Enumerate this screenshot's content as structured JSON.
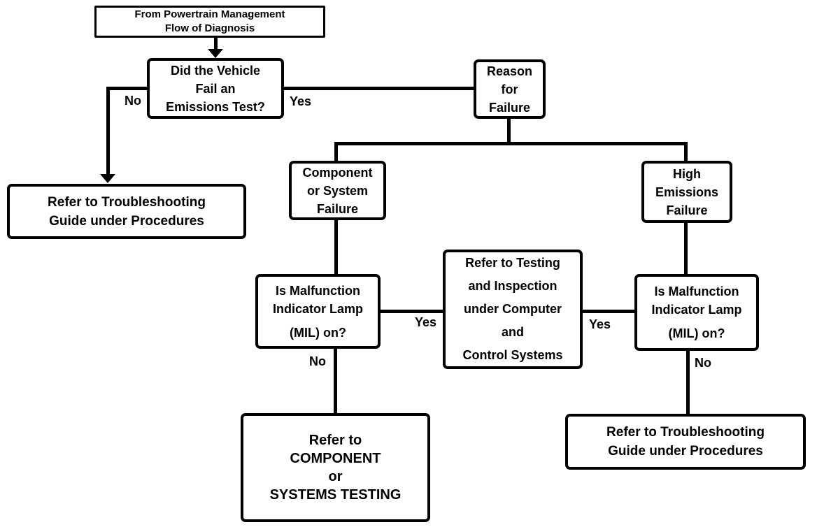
{
  "nodes": {
    "start": {
      "lines": [
        "From Powertrain Management",
        "Flow of Diagnosis"
      ]
    },
    "q_emissions_test": {
      "lines": [
        "Did the Vehicle",
        "Fail an",
        "Emissions Test?"
      ]
    },
    "reason_for_failure": {
      "lines": [
        "Reason",
        "for",
        "Failure"
      ]
    },
    "troubleshooting_left": {
      "lines": [
        "Refer to Troubleshooting",
        "Guide under Procedures"
      ]
    },
    "component_failure": {
      "lines": [
        "Component",
        "or System",
        "Failure"
      ]
    },
    "high_emissions_failure": {
      "lines": [
        "High",
        "Emissions",
        "Failure"
      ]
    },
    "mil_left": {
      "lines": [
        "Is Malfunction",
        "Indicator Lamp",
        "(MIL) on?"
      ]
    },
    "refer_testing": {
      "lines": [
        "Refer to Testing",
        "and Inspection",
        "under Computer",
        "and",
        "Control Systems"
      ]
    },
    "mil_right": {
      "lines": [
        "Is Malfunction",
        "Indicator Lamp",
        "(MIL) on?"
      ]
    },
    "component_systems_testing": {
      "lines": [
        "Refer to",
        "COMPONENT",
        "or",
        "SYSTEMS TESTING"
      ]
    },
    "troubleshooting_right": {
      "lines": [
        "Refer to Troubleshooting",
        "Guide under Procedures"
      ]
    }
  },
  "edge_labels": {
    "emissions_no": "No",
    "emissions_yes": "Yes",
    "mil_left_yes": "Yes",
    "mil_right_yes": "Yes",
    "mil_left_no": "No",
    "mil_right_no": "No"
  },
  "colors": {
    "ink": "#000000",
    "paper": "#ffffff"
  }
}
